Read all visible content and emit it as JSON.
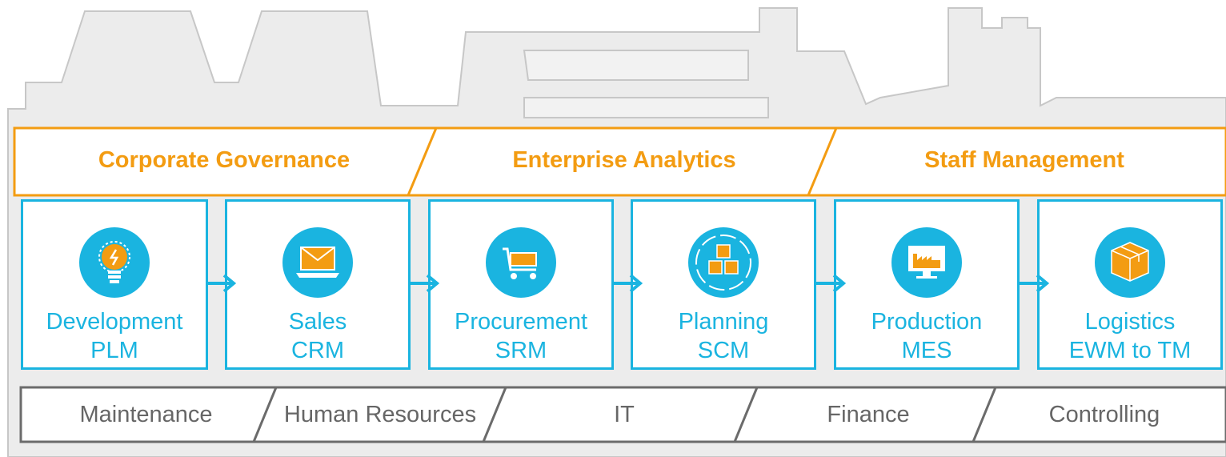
{
  "colors": {
    "silhouette_fill": "#ececec",
    "silhouette_stroke": "#c7c7c7",
    "governance_accent": "#f39c12",
    "process_accent": "#1ab4e0",
    "support_border": "#6b6b6b",
    "support_text": "#666666"
  },
  "governance": [
    {
      "label": "Corporate Governance"
    },
    {
      "label": "Enterprise Analytics"
    },
    {
      "label": "Staff Management"
    }
  ],
  "processes": [
    {
      "name": "Development",
      "system": "PLM",
      "icon": "lightbulb-icon"
    },
    {
      "name": "Sales",
      "system": "CRM",
      "icon": "laptop-mail-icon"
    },
    {
      "name": "Procurement",
      "system": "SRM",
      "icon": "shopping-cart-icon"
    },
    {
      "name": "Planning",
      "system": "SCM",
      "icon": "boxes-cycle-icon"
    },
    {
      "name": "Production",
      "system": "MES",
      "icon": "factory-monitor-icon"
    },
    {
      "name": "Logistics",
      "system": "EWM to TM",
      "icon": "package-box-icon"
    }
  ],
  "support": [
    {
      "label": "Maintenance"
    },
    {
      "label": "Human Resources"
    },
    {
      "label": "IT"
    },
    {
      "label": "Finance"
    },
    {
      "label": "Controlling"
    }
  ]
}
